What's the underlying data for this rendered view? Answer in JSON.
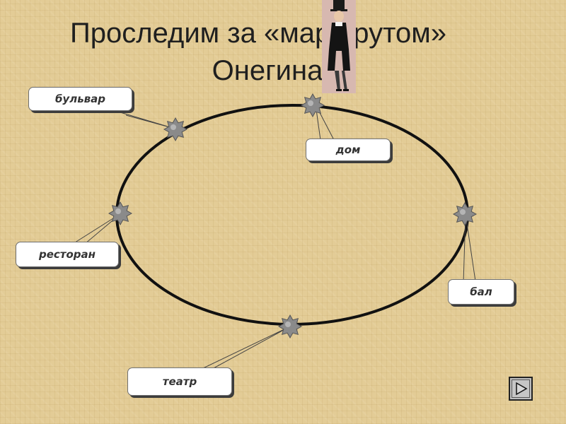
{
  "title": {
    "line1": "Проследим за «маршрутом»",
    "line2": "Онегина"
  },
  "route_points": [
    {
      "id": "bulvar",
      "label": "бульвар"
    },
    {
      "id": "dom",
      "label": "дом"
    },
    {
      "id": "restoran",
      "label": "ресторан"
    },
    {
      "id": "bal",
      "label": "бал"
    },
    {
      "id": "teatr",
      "label": "театр"
    }
  ],
  "colors": {
    "background": "#e3cc96",
    "ellipse_stroke": "#111111",
    "star_fill": "#8a8a8a",
    "label_bg": "#ffffff"
  },
  "icons": {
    "route_marker": "star-marker-icon",
    "figure": "onegin-figure-illustration",
    "next": "play-triangle-icon"
  }
}
